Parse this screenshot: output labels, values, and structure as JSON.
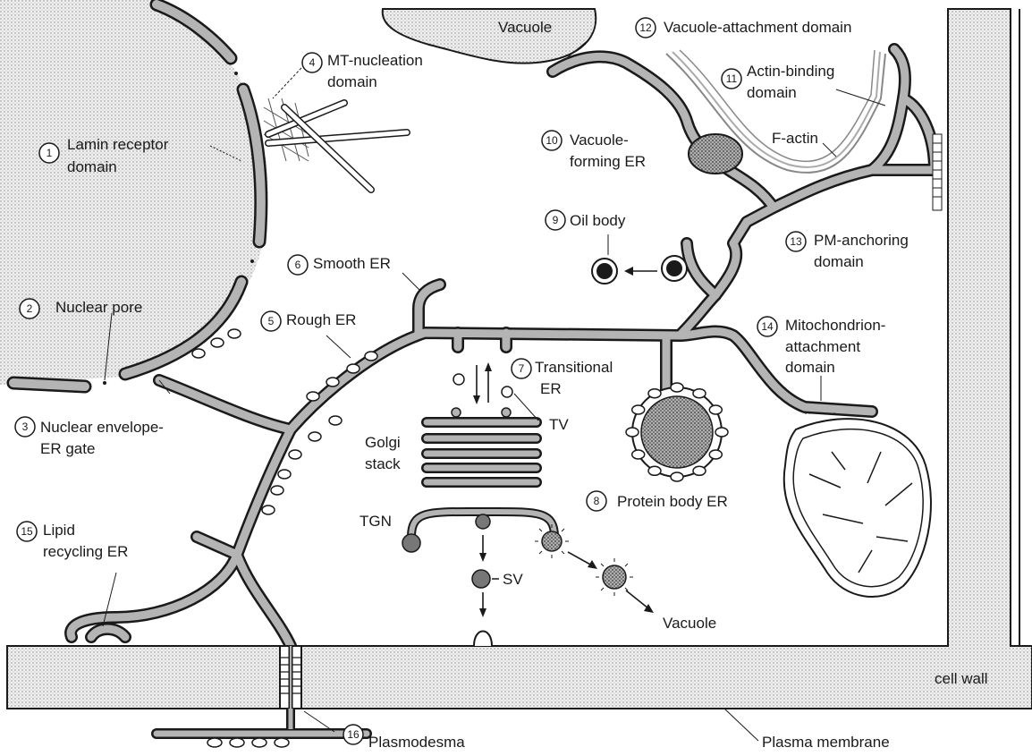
{
  "labels": {
    "vacuole_top": "Vacuole",
    "vacuole_attachment": "Vacuole-attachment domain",
    "mt_nucleation_1": "MT-nucleation",
    "mt_nucleation_2": "domain",
    "actin_binding_1": "Actin-binding",
    "actin_binding_2": "domain",
    "f_actin": "F-actin",
    "lamin_1": "Lamin receptor",
    "lamin_2": "domain",
    "vacuole_forming_1": "Vacuole-",
    "vacuole_forming_2": "forming ER",
    "oil_body": "Oil body",
    "pm_anchoring_1": "PM-anchoring",
    "pm_anchoring_2": "domain",
    "smooth_er": "Smooth ER",
    "nuclear_pore": "Nuclear pore",
    "rough_er": "Rough ER",
    "mito_1": "Mitochondrion-",
    "mito_2": "attachment",
    "mito_3": "domain",
    "transitional_1": "Transitional",
    "transitional_2": "ER",
    "tv": "TV",
    "ne_gate_1": "Nuclear envelope-",
    "ne_gate_2": "ER gate",
    "golgi_1": "Golgi",
    "golgi_2": "stack",
    "protein_body": "Protein body ER",
    "tgn": "TGN",
    "sv": "SV",
    "lipid_1": "Lipid",
    "lipid_2": "recycling ER",
    "vacuole_bottom": "Vacuole",
    "cell_wall": "cell wall",
    "plasmodesma": "Plasmodesma",
    "plasma_membrane": "Plasma membrane"
  },
  "numbers": {
    "n1": "1",
    "n2": "2",
    "n3": "3",
    "n4": "4",
    "n5": "5",
    "n6": "6",
    "n7": "7",
    "n8": "8",
    "n9": "9",
    "n10": "10",
    "n11": "11",
    "n12": "12",
    "n13": "13",
    "n14": "14",
    "n15": "15",
    "n16": "16"
  }
}
